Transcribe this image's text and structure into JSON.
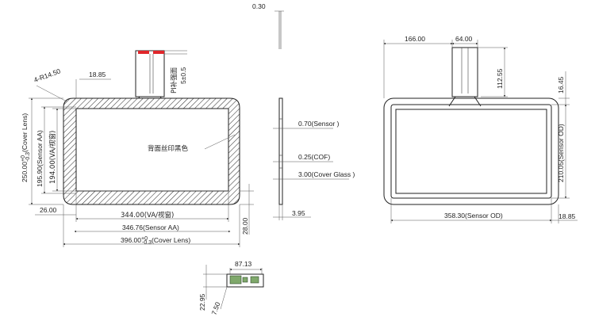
{
  "front_view": {
    "dim_radius": "4-R14.50",
    "dim_tail_offset": "18.85",
    "pi_stiffener": "PI补强面",
    "pi_thickness": "5±0.5",
    "back_print_note": "背面丝印黑色",
    "dim_cover_height": "250.00",
    "dim_cover_height_tol_plus": "+0",
    "dim_cover_height_tol_minus": "-0.3",
    "dim_cover_height_label": "(Cover Lens)",
    "dim_sensor_aa_height": "195.90(Sensor AA)",
    "dim_va_height": "194.00(VA/视窗)",
    "dim_left_offset": "26.00",
    "dim_va_width": "344.00(VA/视窗)",
    "dim_sensor_aa_width": "346.76(Sensor AA)",
    "dim_cover_width": "396.00",
    "dim_cover_width_tol_plus": "+0",
    "dim_cover_width_tol_minus": "-0.3",
    "dim_cover_width_label": "(Cover Lens)",
    "dim_bottom_right": "28.00"
  },
  "side_view": {
    "dim_top": "0.30",
    "sensor": "0.70(Sensor )",
    "cof": "0.25(COF)",
    "cover_glass": "3.00(Cover Glass )",
    "dim_bottom": "3.95"
  },
  "rear_view": {
    "dim_tail_left": "166.00",
    "dim_tail_width": "64.00",
    "dim_tail_height": "112.55",
    "dim_top_right": "16.45",
    "dim_sensor_od_height": "210.05(Sensor OD)",
    "dim_sensor_od_width": "358.30(Sensor OD)",
    "dim_bottom_right": "18.85"
  },
  "fpc_view": {
    "dim_width": "87.13",
    "dim_height": "22.95",
    "dim_angle": "7.50"
  },
  "colors": {
    "line": "#222222",
    "connector_red": "#e0262b",
    "pcb_green": "#7fa86b"
  }
}
